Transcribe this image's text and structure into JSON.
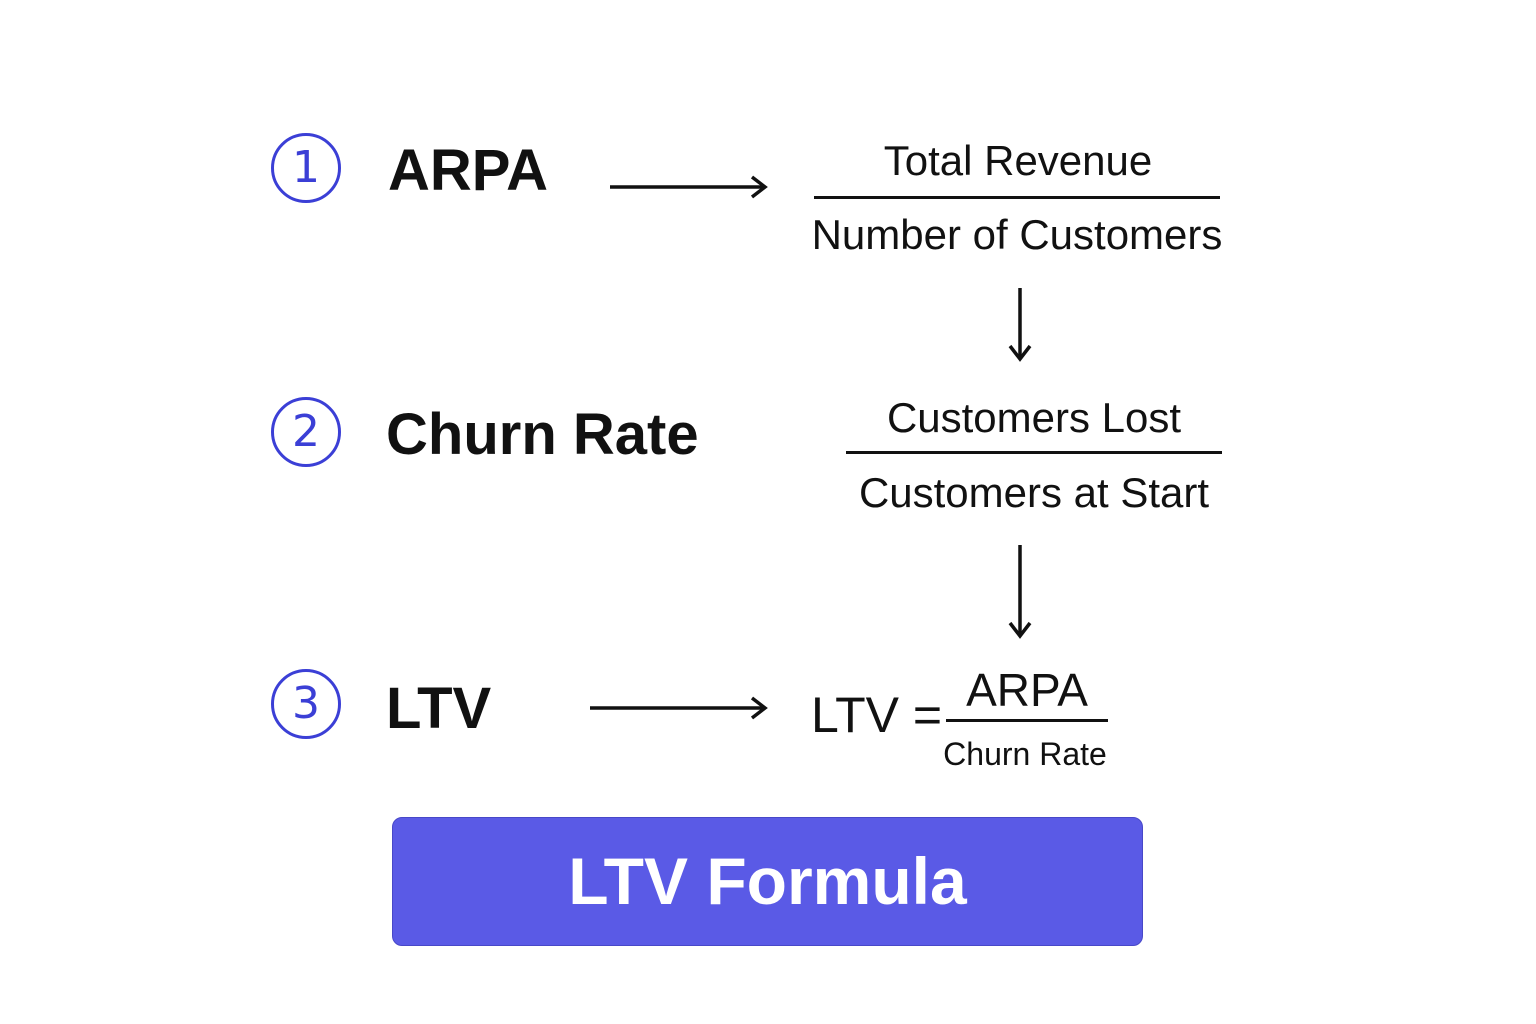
{
  "steps": [
    {
      "number": "1",
      "label": "ARPA",
      "numerator": "Total Revenue",
      "denominator": "Number of Customers"
    },
    {
      "number": "2",
      "label": "Churn Rate",
      "numerator": "Customers Lost",
      "denominator": "Customers at Start"
    },
    {
      "number": "3",
      "label": "LTV",
      "lhs": "LTV =",
      "numerator": "ARPA",
      "denominator": "Churn Rate"
    }
  ],
  "banner": {
    "title": "LTV Formula"
  },
  "colors": {
    "accent": "#3b3fd6",
    "banner_bg": "#5a5ae6",
    "text": "#111111"
  }
}
